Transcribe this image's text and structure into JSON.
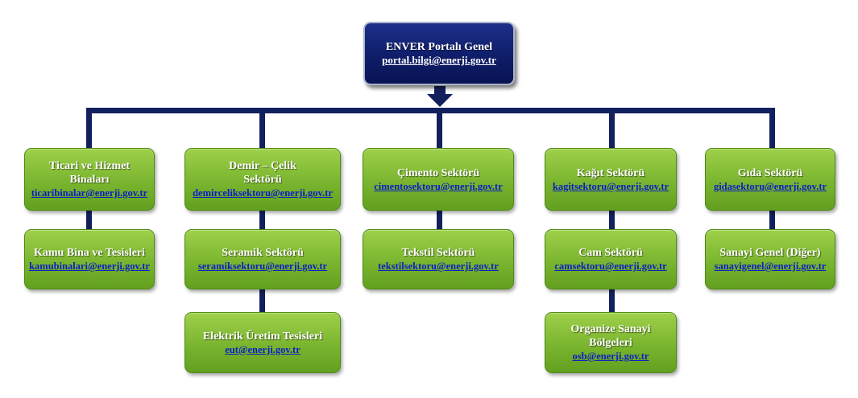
{
  "root": {
    "title": "ENVER Portalı Genel",
    "email": "portal.bilgi@enerji.gov.tr"
  },
  "columns": [
    {
      "nodes": [
        {
          "title": "Ticari ve Hizmet Binaları",
          "email": "ticaribinalar@enerji.gov.tr"
        },
        {
          "title": "Kamu Bina ve Tesisleri",
          "email": "kamubinalari@enerji.gov.tr"
        }
      ]
    },
    {
      "nodes": [
        {
          "title": "Demir – Çelik Sektörü",
          "email": "demirceliksektoru@enerji.gov.tr"
        },
        {
          "title": "Seramik Sektörü",
          "email": "seramiksektoru@enerji.gov.tr"
        },
        {
          "title": "Elektrik Üretim Tesisleri",
          "email": "eut@enerji.gov.tr"
        }
      ]
    },
    {
      "nodes": [
        {
          "title": "Çimento Sektörü",
          "email": "cimentosektoru@enerji.gov.tr"
        },
        {
          "title": "Tekstil Sektörü",
          "email": "tekstilsektoru@enerji.gov.tr"
        }
      ]
    },
    {
      "nodes": [
        {
          "title": "Kağıt Sektörü",
          "email": "kagitsektoru@enerji.gov.tr"
        },
        {
          "title": "Cam Sektörü",
          "email": "camsektoru@enerji.gov.tr"
        },
        {
          "title": "Organize Sanayi Bölgeleri",
          "email": "osb@enerji.gov.tr"
        }
      ]
    },
    {
      "nodes": [
        {
          "title": "Gıda Sektörü",
          "email": "gidasektoru@enerji.gov.tr"
        },
        {
          "title": "Sanayi Genel (Diğer)",
          "email": "sanayigenel@enerji.gov.tr"
        }
      ]
    }
  ],
  "colors": {
    "connector": "#13205e",
    "node_green": "#7ab52f",
    "root_navy": "#0e1c66",
    "link": "#0b1fc4"
  }
}
